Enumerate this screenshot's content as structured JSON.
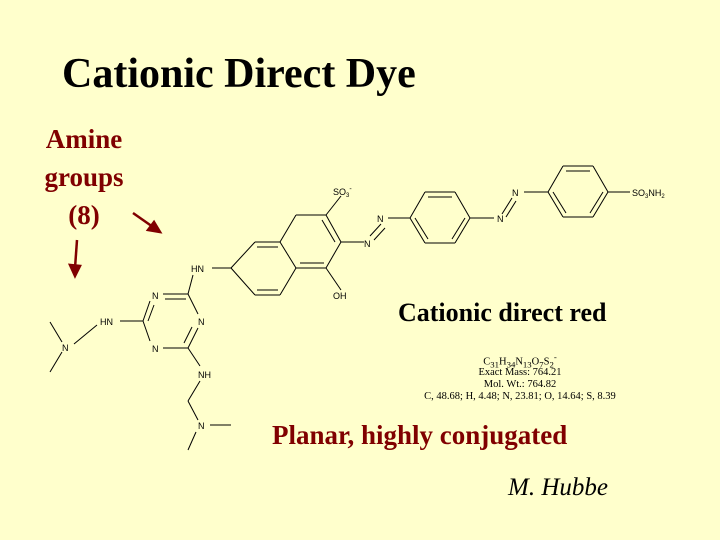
{
  "slide": {
    "title": "Cationic Direct Dye",
    "annotation": {
      "line1": "Amine",
      "line2": "groups",
      "line3": "(8)"
    },
    "compound_name": "Cationic direct red",
    "formula": {
      "c": "C",
      "c_n": "31",
      "h": "H",
      "h_n": "34",
      "n": "N",
      "n_n": "13",
      "o": "O",
      "o_n": "7",
      "s": "S",
      "s_n": "2",
      "charge": "-"
    },
    "exact_mass": "Exact Mass: 764.21",
    "mol_wt": "Mol. Wt.: 764.82",
    "elemental": "C, 48.68; H, 4.48; N, 23.81; O, 14.64; S, 8.39",
    "tagline": "Planar, highly conjugated",
    "author": "M. Hubbe",
    "structure_labels": {
      "so3": "SO",
      "so3_sub": "3",
      "so3_charge": "-",
      "so3nh2": "SO",
      "so3nh2_sub1": "3",
      "so3nh2_nh": "NH",
      "so3nh2_sub2": "2",
      "n": "N",
      "hn": "HN",
      "nh": "NH",
      "oh": "OH"
    },
    "colors": {
      "background": "#ffffcc",
      "accent": "#800000",
      "text": "#000000"
    }
  }
}
